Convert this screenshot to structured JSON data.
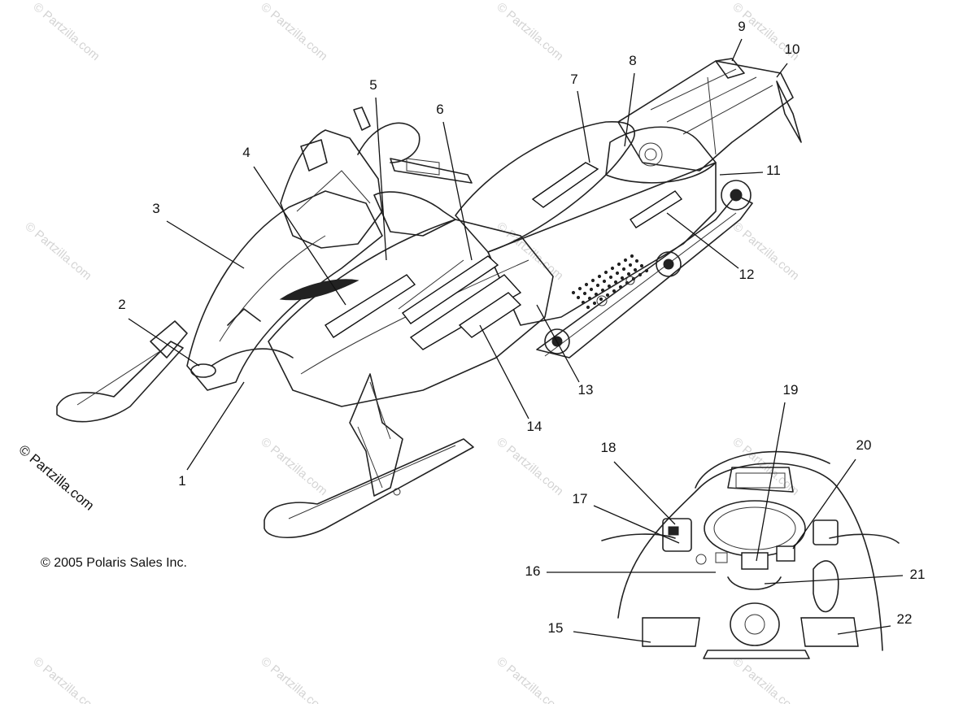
{
  "copyright": "© 2005 Polaris Sales Inc.",
  "watermark": "© Partzilla.com",
  "callouts": [
    "1",
    "2",
    "3",
    "4",
    "5",
    "6",
    "7",
    "8",
    "9",
    "10",
    "11",
    "12",
    "13",
    "14",
    "15",
    "16",
    "17",
    "18",
    "19",
    "20",
    "21",
    "22"
  ],
  "colors": {
    "ink": "#111111",
    "watermark": "#d4d4d4",
    "background": "#ffffff"
  }
}
